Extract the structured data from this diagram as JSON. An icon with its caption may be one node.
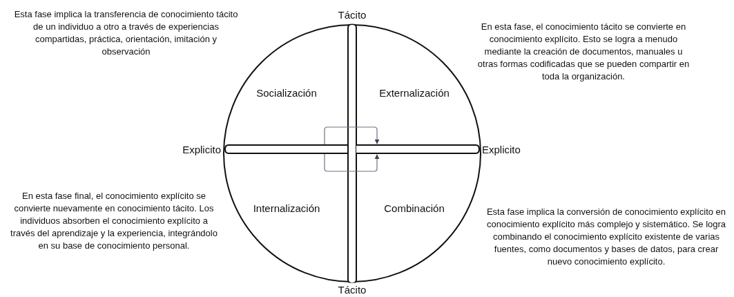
{
  "diagram": {
    "nodes": [
      {
        "text": [],
        "shape": "circle"
      },
      {
        "text": [],
        "shape": "bar",
        "in": 0,
        "beside": [
          "Tácito",
          "Tácito"
        ]
      },
      {
        "text": [],
        "shape": "bar",
        "in": 0,
        "beside": [
          "Explicito",
          "Explicito"
        ]
      }
    ],
    "edges": [
      {
        "from": 2,
        "to": 2,
        "arrow": "to"
      },
      {
        "from": 2,
        "to": 2,
        "arrow": "to"
      }
    ],
    "labels": [
      "Esta fase implica la transferencia de conocimiento tácito de un individuo a otro a través de experiencias compartidas, práctica, orientación, imitación y observación",
      "En esta fase, el conocimiento tácito se convierte en conocimiento explícito. Esto se logra a menudo mediante la creación de documentos, manuales u otras formas codificadas que se pueden compartir en toda la organización.",
      "Socialización",
      "Externalización",
      "En esta fase final, el conocimiento explícito se convierte nuevamente en conocimiento tácito. Los individuos absorben el conocimiento explícito a través del aprendizaje y la experiencia, integrándolo en su base de conocimiento personal.",
      "Internalización",
      "Combinación",
      "Esta fase implica la conversión de conocimiento explícito en conocimiento explícito más complejo y sistemático. Se logra combinando el conocimiento explícito existente de varias fuentes, como documentos y bases de datos, para crear nuevo conocimiento explícito."
    ]
  }
}
